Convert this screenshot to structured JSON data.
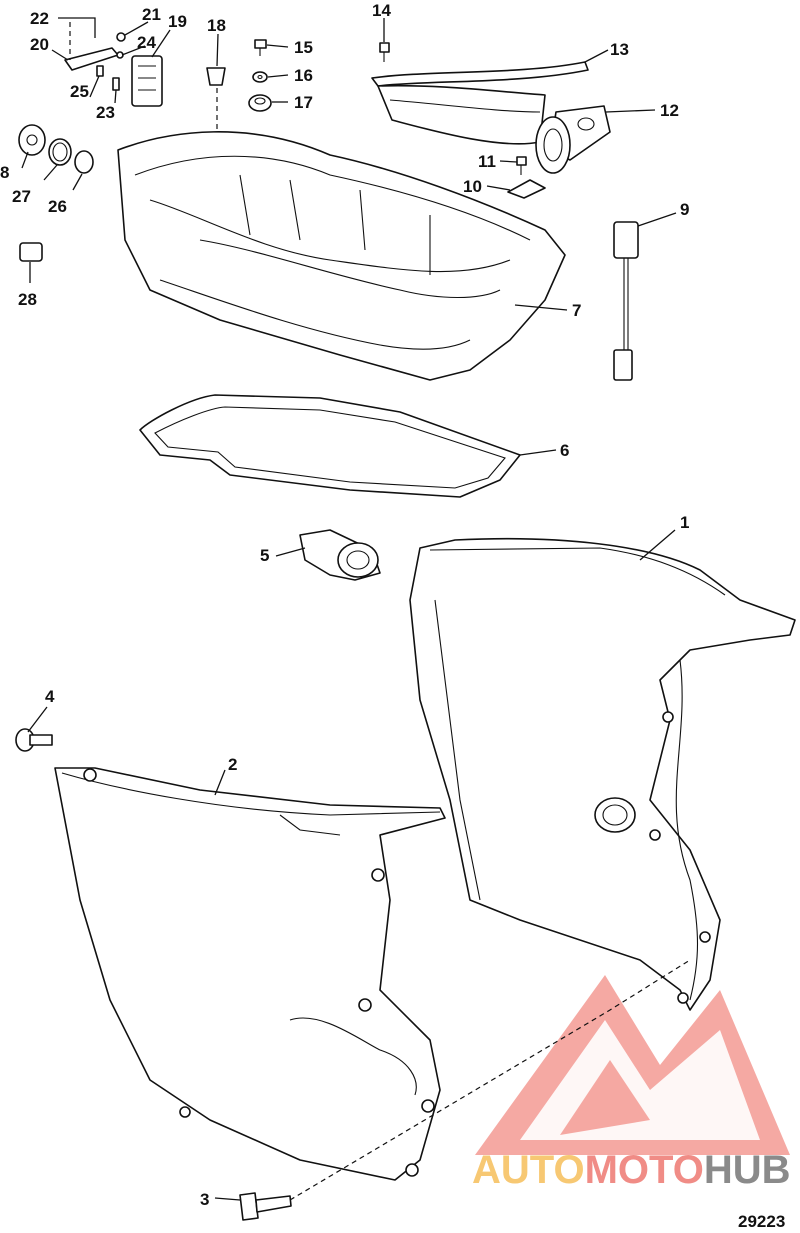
{
  "diagram_id": "29223",
  "watermark": {
    "part1": "AUTO",
    "part2": "MOTO",
    "part3": "HUB",
    "color1": "#f7c873",
    "color2": "#f08c86",
    "color3": "#8a8a8a"
  },
  "callouts": {
    "c1": "1",
    "c2": "2",
    "c3": "3",
    "c4": "4",
    "c5": "5",
    "c6": "6",
    "c7": "7",
    "c8": "8",
    "c9": "9",
    "c10": "10",
    "c11": "11",
    "c12": "12",
    "c13": "13",
    "c14": "14",
    "c15": "15",
    "c16": "16",
    "c17": "17",
    "c18": "18",
    "c19": "19",
    "c20": "20",
    "c21": "21",
    "c22": "22",
    "c23": "23",
    "c24": "24",
    "c25": "25",
    "c26": "26",
    "c27": "27",
    "c28": "28"
  }
}
